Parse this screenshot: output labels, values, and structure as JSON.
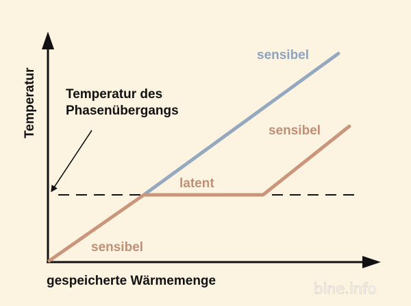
{
  "colors": {
    "background": "#fdf3e1",
    "axis": "#111111",
    "blue_line": "#94a8bf",
    "orange_line": "#c9967c",
    "blue_label": "#8fa3ba",
    "orange_label": "#c08f78"
  },
  "labels": {
    "y_axis": "Temperatur",
    "x_axis": "gespeicherte Wärmemenge",
    "phase_line_1": "Temperatur des",
    "phase_line_2": "Phasenübergangs",
    "sensibel_blue": "sensibel",
    "sensibel_orange_top": "sensibel",
    "latent": "latent",
    "sensibel_bottom": "sensibel"
  },
  "watermark": "bine.info"
}
